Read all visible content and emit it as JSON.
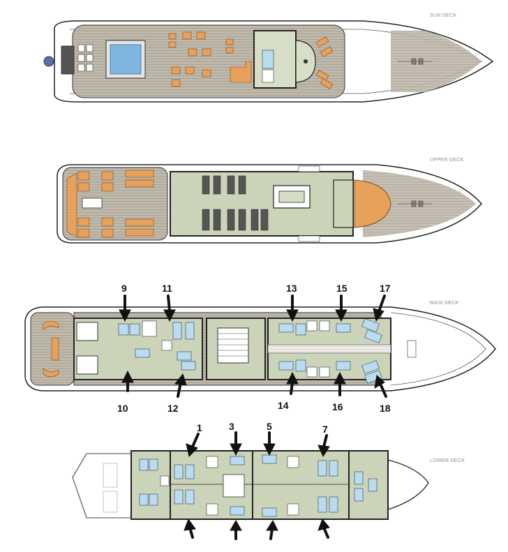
{
  "decks": [
    {
      "id": "sun",
      "label": "SUN DECK"
    },
    {
      "id": "upper",
      "label": "UPPER DECK"
    },
    {
      "id": "main",
      "label": "MAIN DECK"
    },
    {
      "id": "lower",
      "label": "LOWER DECK"
    }
  ],
  "main_deck_cabins": {
    "top": [
      "9",
      "11",
      "13",
      "15",
      "17"
    ],
    "bottom": [
      "10",
      "12",
      "14",
      "16",
      "18"
    ]
  },
  "lower_deck_cabins": {
    "top": [
      "1",
      "3",
      "5",
      "7"
    ]
  },
  "colors": {
    "deck_wood": "#bdb7a9",
    "interior": "#d6dfc6",
    "furniture": "#e8a15a",
    "hull_outline": "#222222",
    "pool": "#7fb6e0",
    "beds": "#b9dcf0"
  }
}
